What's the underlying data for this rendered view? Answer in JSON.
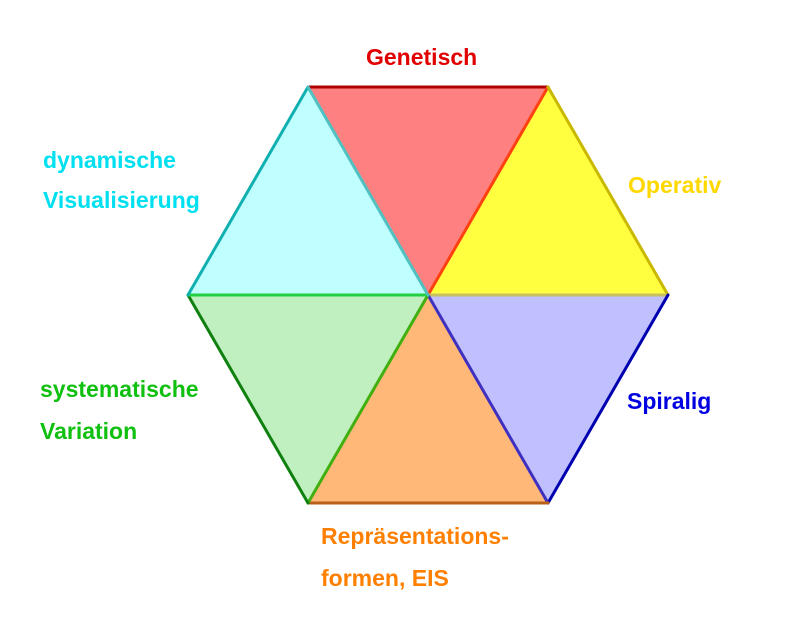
{
  "segments": [
    {
      "key": "genetisch",
      "lines": [
        "Genetisch"
      ],
      "fill": "#ff8080",
      "text_color": "#e00000",
      "edge_outer": "#b00000",
      "edge_inner": "#ff4010"
    },
    {
      "key": "operativ",
      "lines": [
        "Operativ"
      ],
      "fill": "#ffff40",
      "text_color": "#ffd800",
      "edge_outer": "#c8b800",
      "edge_inner": "#c8c060"
    },
    {
      "key": "spiralig",
      "lines": [
        "Spiralig"
      ],
      "fill": "#c0c0ff",
      "text_color": "#0000e0",
      "edge_outer": "#0000b0",
      "edge_inner": "#4030c0"
    },
    {
      "key": "repraesentation",
      "lines": [
        "Repräsentations-",
        "formen, EIS"
      ],
      "fill": "#ffb878",
      "text_color": "#ff8000",
      "edge_outer": "#b86018",
      "edge_inner": "#40b010"
    },
    {
      "key": "variation",
      "lines": [
        "systematische",
        "Variation"
      ],
      "fill": "#c0f0c0",
      "text_color": "#10c010",
      "edge_outer": "#108010",
      "edge_inner": "#20d040"
    },
    {
      "key": "visualisierung",
      "lines": [
        "dynamische",
        "Visualisierung"
      ],
      "fill": "#c0ffff",
      "text_color": "#00e0f0",
      "edge_outer": "#10b0b0",
      "edge_inner": "#50c0c0"
    }
  ]
}
